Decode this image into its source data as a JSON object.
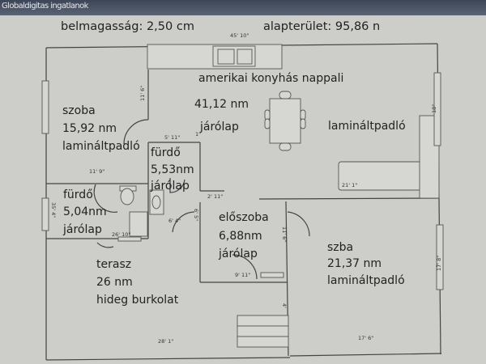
{
  "watermark": "Globaldigitas ingatlanok",
  "header": {
    "ceiling_height": "belmagasság: 2,50 cm",
    "floor_area": "alapterület: 95,86 n"
  },
  "rooms": [
    {
      "name": "amerikai konyhás nappali",
      "area": "41,12 nm",
      "floor": "járólap",
      "floor2": "lamináltpadló"
    },
    {
      "name": "szoba",
      "area": "15,92 nm",
      "floor": "lamináltpadló"
    },
    {
      "name": "fürdő",
      "area": "5,53nm",
      "floor": "járólap"
    },
    {
      "name": "fürdő",
      "area": "5,04nm",
      "floor": "járólap"
    },
    {
      "name": "előszoba",
      "area": "6,88nm",
      "floor": "járólap"
    },
    {
      "name": "szba",
      "area": "21,37 nm",
      "floor": "lamináltpadló"
    },
    {
      "name": "terasz",
      "area": "26 nm",
      "floor": "hideg burkolat"
    }
  ],
  "dimensions": {
    "top": "45' 10\"",
    "szoba_wall": "11' 6\"",
    "bath1_width": "5' 11\"",
    "bath1_corner": "1\"",
    "bath2_width": "11' 9\"",
    "left_side": "35' 4\"",
    "hall_gap": "2' 11\"",
    "hall_left": "6' 4\"",
    "hall_height": "6' 5\"",
    "hall_right": "11' 6\"",
    "hall_bottom": "9' 11\"",
    "step": "4'",
    "bottom_left": "28' 1\"",
    "bottom_right": "17' 6\"",
    "right_side": "17' 8\"",
    "bedroom_top": "21' 1\"",
    "right_top": "18\"",
    "bath2_bottom": "26' 10\""
  }
}
